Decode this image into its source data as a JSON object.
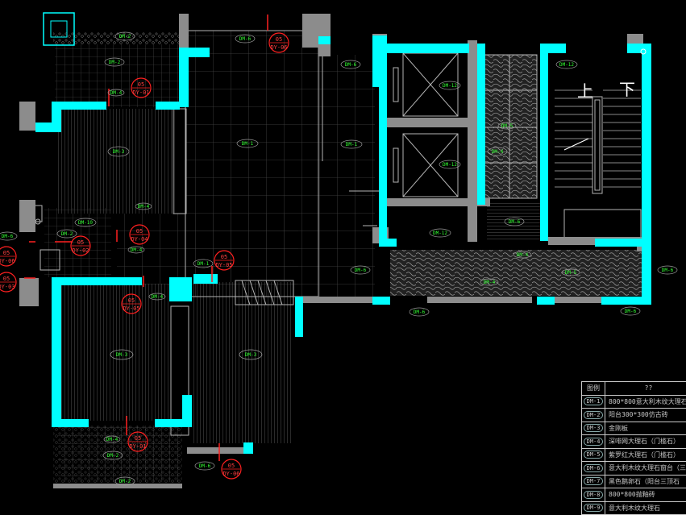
{
  "tags": {
    "dm1": "DM-1",
    "dm2": "DM-2",
    "dm3": "DM-3",
    "dm4": "DM-4",
    "dm5": "DM-5",
    "dm6": "DM-6",
    "dm7": "DM-7",
    "dm8": "DM-8",
    "dm10": "DM-10",
    "dm12": "DM-12"
  },
  "markers": {
    "num": "05",
    "dy01": "DY-01",
    "dy02": "DY-02",
    "dy03": "DY-03",
    "dy04": "DY-04",
    "dy05": "DY-05",
    "dy06": "DY-06"
  },
  "stair": {
    "up": "上",
    "down": "下"
  },
  "legend": {
    "header_code": "图例",
    "header_desc": "??",
    "rows": [
      {
        "code": "DM-1",
        "desc": "800*800意大利木纹大理石"
      },
      {
        "code": "DM-2",
        "desc": "阳台300*300仿古砖"
      },
      {
        "code": "DM-3",
        "desc": "金刚板"
      },
      {
        "code": "DM-4",
        "desc": "深啡网大理石（门槛石）"
      },
      {
        "code": "DM-5",
        "desc": "紫罗红大理石（门槛石）"
      },
      {
        "code": "DM-6",
        "desc": "意大利木纹大理石窗台（三"
      },
      {
        "code": "DM-7",
        "desc": "黑色鹅卵石（阳台三顶石"
      },
      {
        "code": "DM-8",
        "desc": "800*800抛釉砖"
      },
      {
        "code": "DM-9",
        "desc": "意大利木纹大理石"
      }
    ]
  },
  "colors": {
    "wall": "#00ffff",
    "tag": "#33ff33",
    "marker": "#ff2020",
    "line": "#b4b4b4"
  }
}
